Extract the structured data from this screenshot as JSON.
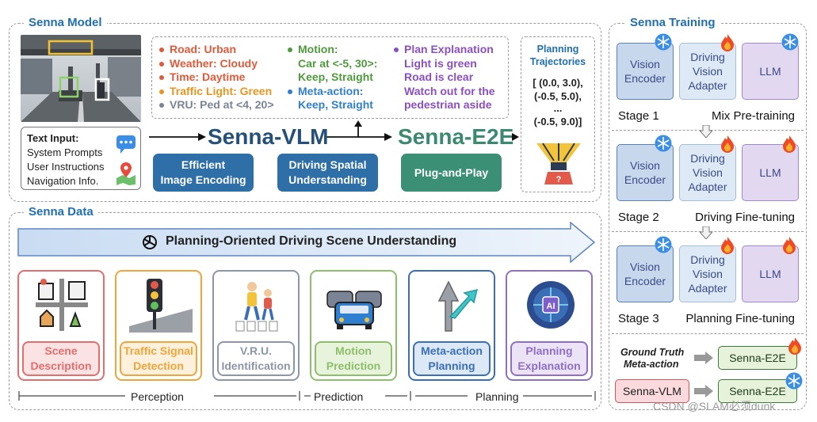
{
  "model": {
    "title": "Senna Model",
    "text_input": {
      "heading": "Text Input:",
      "lines": [
        "System Prompts",
        "User Instructions",
        "Navigation Info."
      ]
    },
    "info": {
      "col1": [
        "Road: Urban",
        "Weather: Cloudy",
        "Time: Daytime",
        "Traffic Light: Green",
        "VRU: Ped at <4, 20>"
      ],
      "col2": {
        "motion_label": "Motion:",
        "motion_lines": [
          "Car at <-5, 30>:",
          "Keep, Straight"
        ],
        "meta_label": "Meta-action:",
        "meta_value": "Keep, Straight"
      },
      "col3": {
        "label": "Plan Explanation",
        "lines": [
          "Light is green",
          "Road is clear",
          "Watch out for the",
          "pedestrian aside"
        ]
      }
    },
    "vlm_title": "Senna-VLM",
    "e2e_title": "Senna-E2E",
    "buttons": {
      "b1_line1": "Efficient",
      "b1_line2": "Image Encoding",
      "b2_line1": "Driving Spatial",
      "b2_line2": "Understanding",
      "b3": "Plug-and-Play"
    },
    "trajectories": {
      "title_line1": "Planning",
      "title_line2": "Trajectories",
      "lines": [
        "[ (0.0, 3.0),",
        "(-0.5, 5.0),",
        "...",
        "(-0.5, 9.0)]"
      ]
    }
  },
  "data": {
    "title": "Senna Data",
    "banner": "Planning-Oriented Driving Scene Understanding",
    "cards": [
      {
        "line1": "Scene",
        "line2": "Description",
        "color": "#e46e6e",
        "bg": "#fbe3e3"
      },
      {
        "line1": "Traffic Signal",
        "line2": "Detection",
        "color": "#f0a53a",
        "bg": "#fdf0dc"
      },
      {
        "line1": "V.R.U.",
        "line2": "Identification",
        "color": "#8b96a8",
        "bg": "#ffffff"
      },
      {
        "line1": "Motion",
        "line2": "Prediction",
        "color": "#8dbf6a",
        "bg": "#e8f3dc"
      },
      {
        "line1": "Meta-action",
        "line2": "Planning",
        "color": "#3a6fb8",
        "bg": "#dce8f6"
      },
      {
        "line1": "Planning",
        "line2": "Explanation",
        "color": "#8f6fc6",
        "bg": "#ece3f6"
      }
    ],
    "groups": [
      "Perception",
      "Prediction",
      "Planning"
    ]
  },
  "training": {
    "title": "Senna Training",
    "box_labels": {
      "enc1": "Vision",
      "enc2": "Encoder",
      "adp1": "Driving",
      "adp2": "Vision",
      "adp3": "Adapter",
      "llm": "LLM"
    },
    "stages": [
      {
        "name": "Stage 1",
        "desc": "Mix Pre-training"
      },
      {
        "name": "Stage 2",
        "desc": "Driving Fine-tuning"
      },
      {
        "name": "Stage 3",
        "desc": "Planning Fine-tuning"
      }
    ],
    "gt_line1": "Ground Truth",
    "gt_line2": "Meta-action",
    "e2e": "Senna-E2E",
    "vlm": "Senna-VLM"
  },
  "watermark": "CSDN @SLAM必须dunk",
  "colors": {
    "accent": "#1f6fb2",
    "btn_blue": "#2e6fa8",
    "btn_green": "#3b8f74",
    "vlm_text": "#24507a",
    "e2e_text": "#3b8a70"
  }
}
